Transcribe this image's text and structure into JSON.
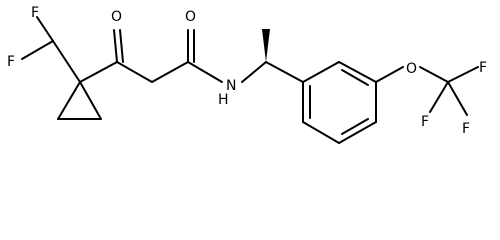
{
  "molecule": {
    "atoms": [
      {
        "name": "atom-label-f-upper",
        "symbol": "F"
      },
      {
        "name": "atom-label-f-lower",
        "symbol": "F"
      },
      {
        "name": "atom-label-keto-o",
        "symbol": "O"
      },
      {
        "name": "atom-label-amide-o",
        "symbol": "O"
      },
      {
        "name": "atom-label-amide-n",
        "symbol": "N"
      },
      {
        "name": "atom-label-amide-h",
        "symbol": "H"
      },
      {
        "name": "atom-label-ether-o",
        "symbol": "O"
      },
      {
        "name": "atom-label-cf3-f-top",
        "symbol": "F"
      },
      {
        "name": "atom-label-cf3-f-left",
        "symbol": "F"
      },
      {
        "name": "atom-label-cf3-f-bottom",
        "symbol": "F"
      }
    ],
    "colors": {
      "bond": "#000000",
      "atom_label": "#000000",
      "background": "#ffffff"
    }
  }
}
